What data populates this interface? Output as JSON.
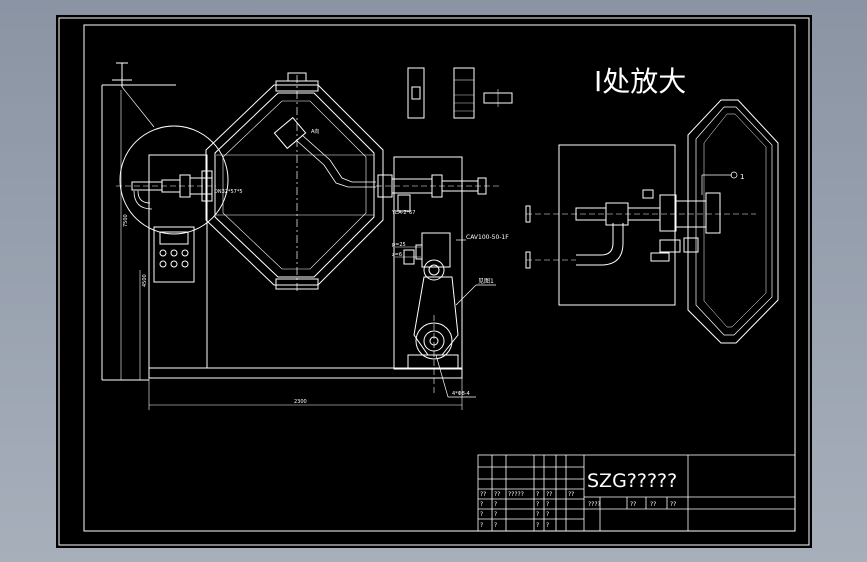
{
  "detail": {
    "title": "Ⅰ处放大",
    "callout": "1"
  },
  "labels": {
    "dim_height": "7500",
    "dim_base": "4500",
    "dim_width": "2300",
    "motor_model": "CAV100-50-1F",
    "seal_note": "见图1",
    "bearing_spec": "YEA-2*67",
    "pressure_1": "p=25",
    "pressure_2": "z=6",
    "flange_spec": "DN32*57*5",
    "anchor_bolt": "4*Φ8-4",
    "section_a": "A向"
  },
  "title_block": {
    "drawing_title": "SZG?????",
    "rows": [
      [
        "??",
        "??",
        "?????",
        "?",
        "??",
        "??"
      ],
      [
        "?",
        "?",
        "",
        "?",
        "?",
        ""
      ],
      [
        "?",
        "?",
        "",
        "?",
        "?",
        ""
      ],
      [
        "?",
        "?",
        "",
        "?",
        "?",
        ""
      ]
    ],
    "right_header": [
      "????",
      "??",
      "??",
      "??"
    ]
  },
  "colors": {
    "paper": "#000000",
    "line": "#ffffff",
    "frame_bg": "#8a94a3"
  }
}
